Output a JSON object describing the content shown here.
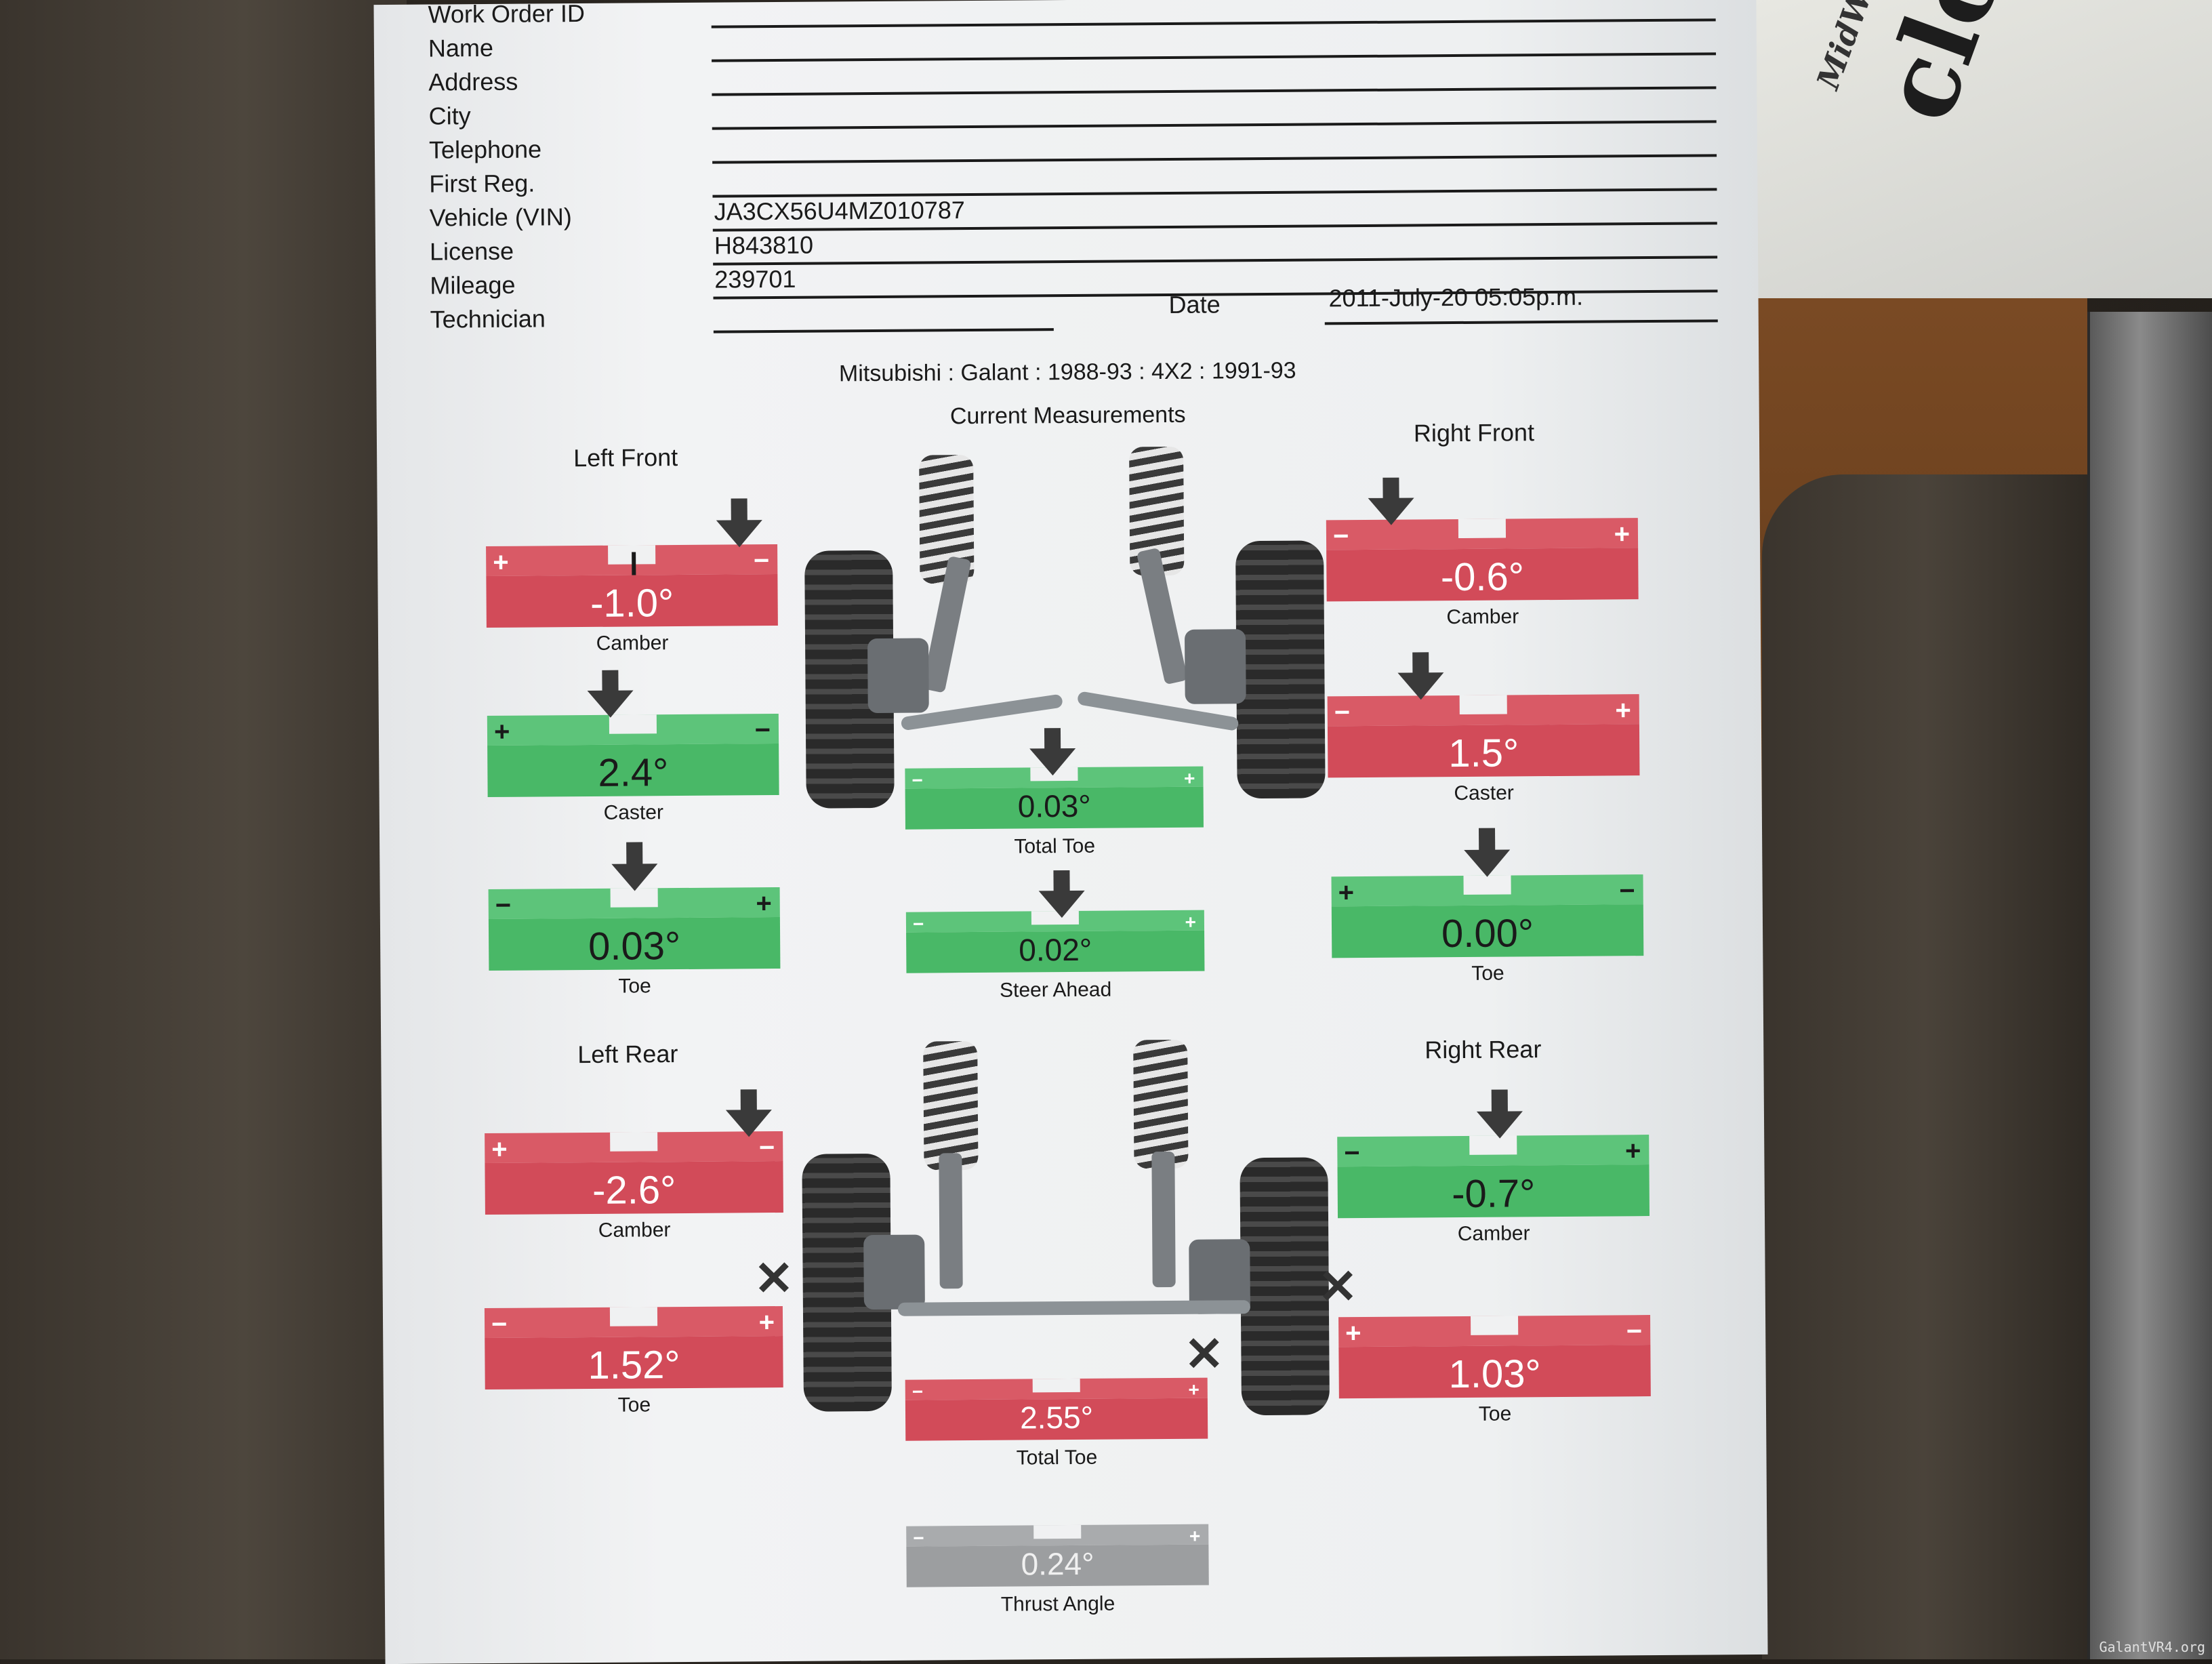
{
  "form": {
    "work_order_label": "Work Order ID",
    "name_label": "Name",
    "address_label": "Address",
    "city_label": "City",
    "telephone_label": "Telephone",
    "first_reg_label": "First Reg.",
    "vin_label": "Vehicle (VIN)",
    "vin_value": "JA3CX56U4MZ010787",
    "license_label": "License",
    "license_value": "H843810",
    "mileage_label": "Mileage",
    "mileage_value": "239701",
    "technician_label": "Technician",
    "date_label": "Date",
    "date_value": "2011-July-20 05:05p.m."
  },
  "vehicle": "Mitsubishi : Galant : 1988-93 : 4X2 : 1991-93",
  "subtitle": "Current Measurements",
  "sections": {
    "left_front": "Left Front",
    "right_front": "Right Front",
    "left_rear": "Left Rear",
    "right_rear": "Right Rear"
  },
  "gauges": {
    "lf_camber": {
      "value": "-1.0°",
      "caption": "Camber",
      "status": "red",
      "left": "+",
      "right": "−"
    },
    "lf_caster": {
      "value": "2.4°",
      "caption": "Caster",
      "status": "green",
      "left": "+",
      "right": "−"
    },
    "lf_toe": {
      "value": "0.03°",
      "caption": "Toe",
      "status": "green",
      "left": "−",
      "right": "+"
    },
    "rf_camber": {
      "value": "-0.6°",
      "caption": "Camber",
      "status": "red",
      "left": "−",
      "right": "+"
    },
    "rf_caster": {
      "value": "1.5°",
      "caption": "Caster",
      "status": "red",
      "left": "−",
      "right": "+"
    },
    "rf_toe": {
      "value": "0.00°",
      "caption": "Toe",
      "status": "green",
      "left": "+",
      "right": "−"
    },
    "front_total_toe": {
      "value": "0.03°",
      "caption": "Total Toe",
      "status": "green",
      "left": "−",
      "right": "+"
    },
    "steer_ahead": {
      "value": "0.02°",
      "caption": "Steer Ahead",
      "status": "green",
      "left": "−",
      "right": "+"
    },
    "lr_camber": {
      "value": "-2.6°",
      "caption": "Camber",
      "status": "red",
      "left": "+",
      "right": "−"
    },
    "lr_toe": {
      "value": "1.52°",
      "caption": "Toe",
      "status": "red",
      "left": "−",
      "right": "+"
    },
    "rr_camber": {
      "value": "-0.7°",
      "caption": "Camber",
      "status": "green",
      "left": "−",
      "right": "+"
    },
    "rr_toe": {
      "value": "1.03°",
      "caption": "Toe",
      "status": "red",
      "left": "+",
      "right": "−"
    },
    "rear_total_toe": {
      "value": "2.55°",
      "caption": "Total Toe",
      "status": "red",
      "left": "−",
      "right": "+"
    },
    "thrust_angle": {
      "value": "0.24°",
      "caption": "Thrust Angle",
      "status": "grey",
      "left": "−",
      "right": "+"
    }
  },
  "background_text": {
    "paper_big": "clo",
    "paper_small": "MidWest"
  },
  "watermark": "GalantVR4.org",
  "colors": {
    "out_of_spec": "#d24b59",
    "in_spec": "#49b867",
    "neutral": "#9c9ea0"
  }
}
